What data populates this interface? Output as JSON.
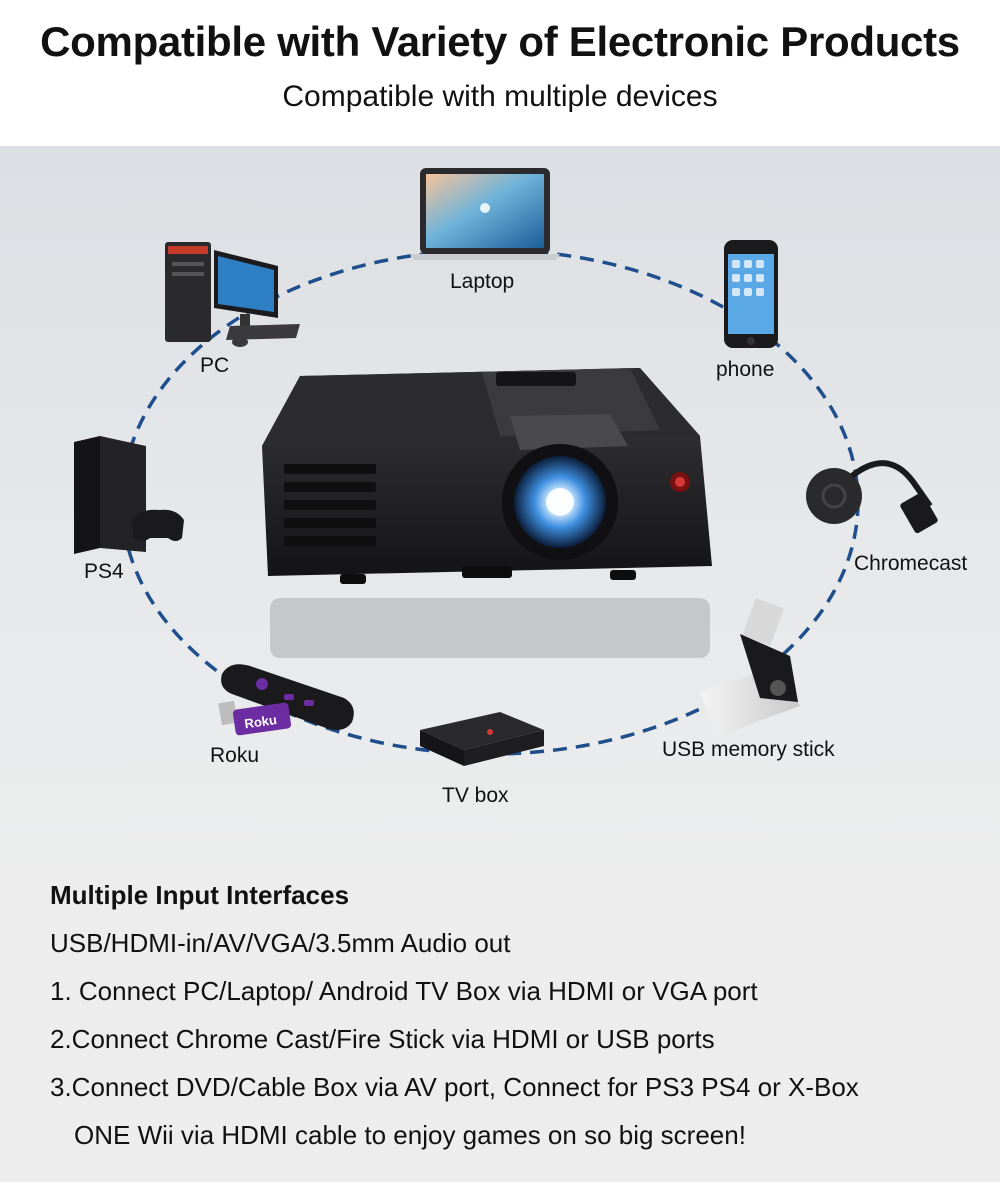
{
  "header": {
    "title": "Compatible with Variety of Electronic Products",
    "subtitle": "Compatible with multiple devices"
  },
  "devices": {
    "laptop": "Laptop",
    "pc": "PC",
    "phone": "phone",
    "ps4": "PS4",
    "chromecast": "Chromecast",
    "roku": "Roku",
    "tv_box": "TV box",
    "usb": "USB memory stick"
  },
  "roku_logo_text": "Roku",
  "interfaces": {
    "heading": "Multiple Input Interfaces",
    "ports": "USB/HDMI-in/AV/VGA/3.5mm Audio out",
    "items": [
      "1. Connect PC/Laptop/ Android TV Box via HDMI or VGA port",
      "2.Connect Chrome Cast/Fire Stick via HDMI or USB ports",
      "3.Connect DVD/Cable Box via AV port, Connect for PS3 PS4 or X-Box",
      "ONE Wii via HDMI cable to enjoy games on so big screen!"
    ]
  },
  "colors": {
    "ring": "#1f4e8c",
    "lens_glow": "#7fc6ff",
    "projector": "#1c1c1e"
  }
}
